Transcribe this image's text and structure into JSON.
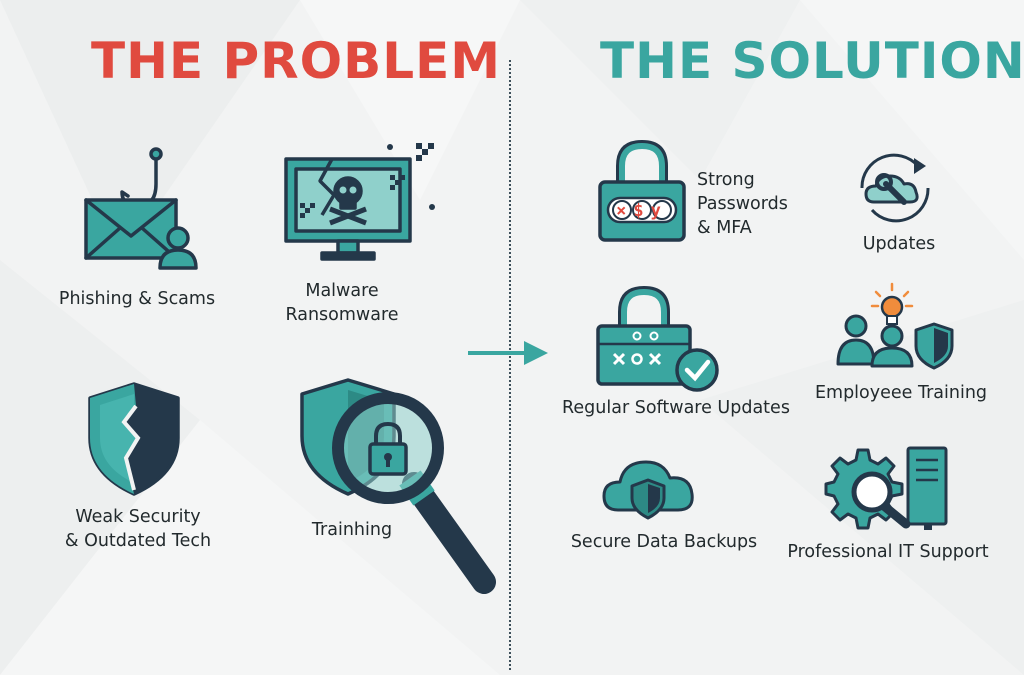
{
  "problem": {
    "title": "THE PROBLEM",
    "title_color": "#e04a3f",
    "items": [
      {
        "lines": [
          "Phishing & Scams"
        ],
        "icon": "phishing-envelope-hook-icon"
      },
      {
        "lines": [
          "Malware",
          "Ransomware"
        ],
        "icon": "malware-skull-monitor-icon"
      },
      {
        "lines": [
          "Weak Security",
          "& Outdated Tech"
        ],
        "icon": "cracked-shield-icon"
      },
      {
        "lines": [
          "Trainhing"
        ],
        "icon": "magnifier-shield-lock-icon"
      }
    ]
  },
  "solution": {
    "title": "THE SOLUTION",
    "title_color": "#3aa6a0",
    "items": [
      {
        "lines": [
          "Strong",
          "Passwords",
          "& MFA"
        ],
        "icon": "padlock-password-icon",
        "password_glyphs": "×$y"
      },
      {
        "lines": [
          "Updates"
        ],
        "icon": "cloud-wrench-refresh-icon"
      },
      {
        "lines": [
          "Regular Software Updates"
        ],
        "icon": "padlock-checkmark-icon"
      },
      {
        "lines": [
          "Employeee Training"
        ],
        "icon": "team-lightbulb-shield-icon"
      },
      {
        "lines": [
          "Secure Data Backups"
        ],
        "icon": "cloud-shield-icon"
      },
      {
        "lines": [
          "Professional IT Support"
        ],
        "icon": "gear-magnifier-server-icon"
      }
    ]
  },
  "colors": {
    "teal": "#3aa6a0",
    "teal_dark": "#2d8a85",
    "navy": "#24384a",
    "red": "#e04a3f",
    "text": "#222a2d",
    "background": "#f2f3f3",
    "bulb": "#f08c3c"
  }
}
